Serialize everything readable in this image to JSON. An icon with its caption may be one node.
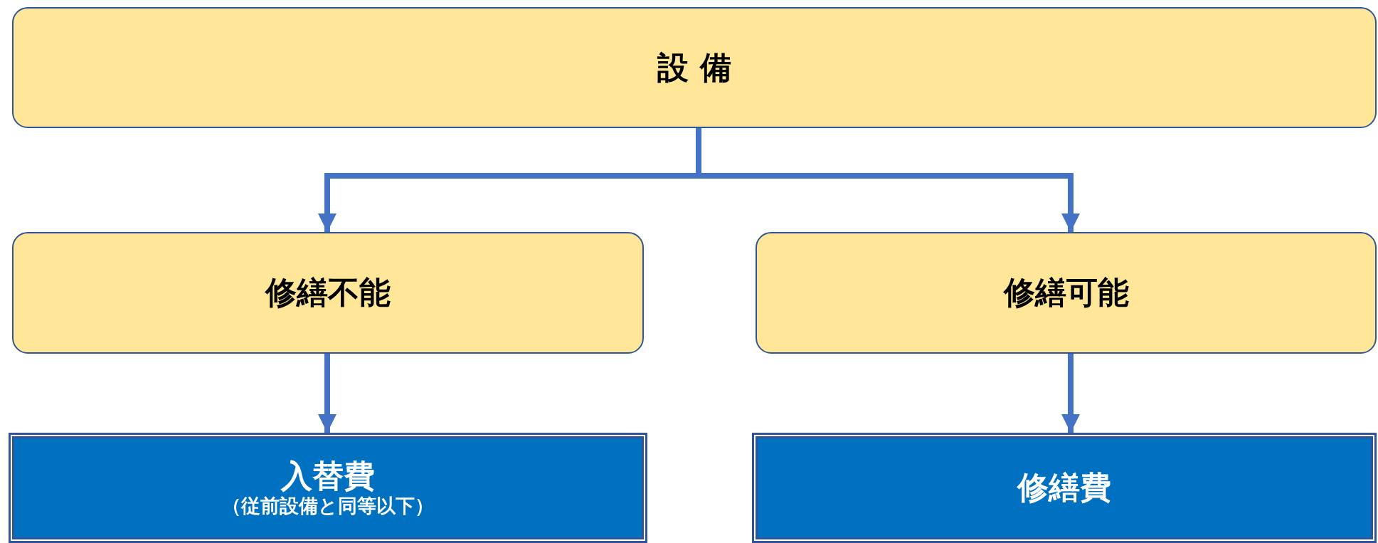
{
  "diagram": {
    "nodes": [
      {
        "text": [
          "設 備"
        ]
      },
      {
        "text": [
          "修繕不能"
        ]
      },
      {
        "text": [
          "修繕可能"
        ]
      },
      {
        "text": [
          "入替費",
          "（従前設備と同等以下）"
        ]
      },
      {
        "text": [
          "修繕費"
        ]
      }
    ],
    "edges": [
      {
        "from": 0,
        "to": 1,
        "arrow": "to"
      },
      {
        "from": 0,
        "to": 2,
        "arrow": "to"
      },
      {
        "from": 1,
        "to": 3,
        "arrow": "to"
      },
      {
        "from": 2,
        "to": 4,
        "arrow": "to"
      }
    ]
  }
}
